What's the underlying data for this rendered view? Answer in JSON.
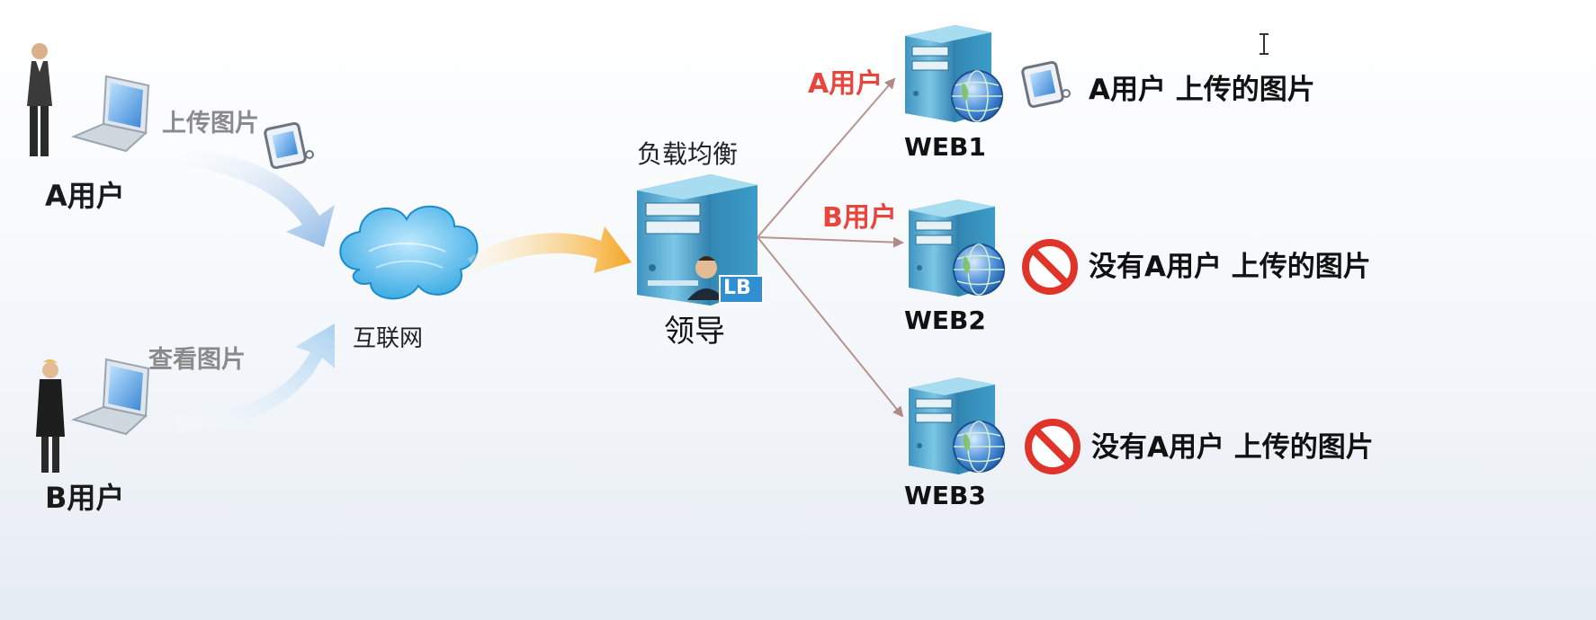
{
  "users": {
    "a_label": "A用户",
    "b_label": "B用户"
  },
  "flows": {
    "upload_label": "上传图片",
    "view_label": "查看图片"
  },
  "internet": {
    "label": "互联网"
  },
  "load_balancer": {
    "title": "负载均衡",
    "name": "领导",
    "badge": "LB"
  },
  "routes": {
    "a_label": "A用户",
    "b_label": "B用户"
  },
  "web_servers": [
    {
      "label": "WEB1",
      "note": "A用户 上传的图片",
      "status": "has-image"
    },
    {
      "label": "WEB2",
      "note": "没有A用户 上传的图片",
      "status": "missing"
    },
    {
      "label": "WEB3",
      "note": "没有A用户 上传的图片",
      "status": "missing"
    }
  ],
  "colors": {
    "route_label": "#e8453c",
    "forbidden": "#e0342a",
    "arrow_orange": "#f5a623",
    "arrow_blue": "#9ec2e8",
    "cloud": "#5ab7ea",
    "server": "#5fb3d6"
  }
}
